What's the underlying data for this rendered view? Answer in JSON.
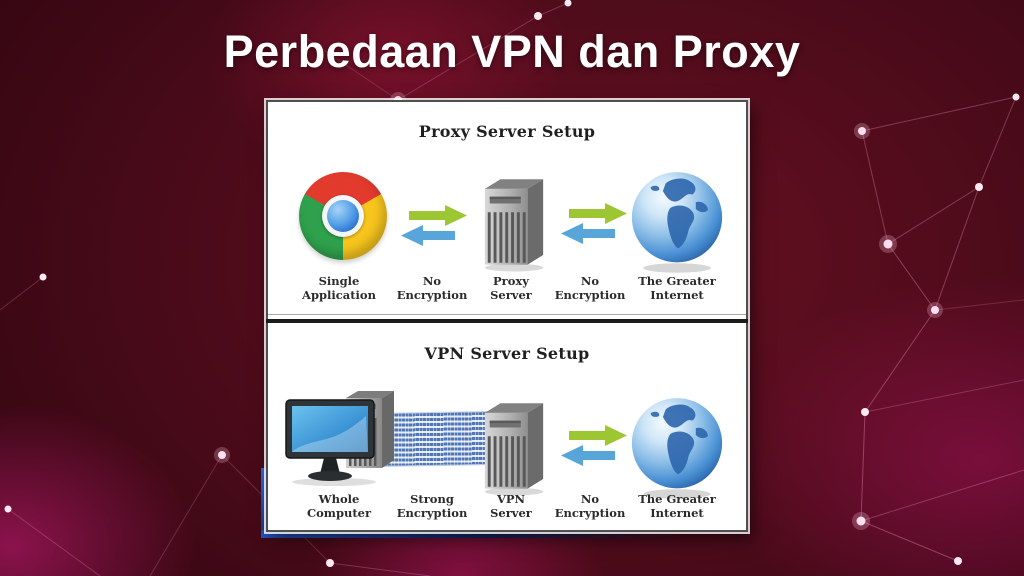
{
  "header": {
    "title": "Perbedaan VPN dan Proxy"
  },
  "panel": {
    "sections": [
      {
        "title": "Proxy Server Setup",
        "items": [
          {
            "icon": "chrome-browser-icon",
            "label": [
              "Single",
              "Application"
            ]
          },
          {
            "icon": "bidirectional-arrows-icon",
            "label": [
              "No",
              "Encryption"
            ]
          },
          {
            "icon": "server-tower-icon",
            "label": [
              "Proxy",
              "Server"
            ]
          },
          {
            "icon": "bidirectional-arrows-icon",
            "label": [
              "No",
              "Encryption"
            ]
          },
          {
            "icon": "globe-icon",
            "label": [
              "The Greater",
              "Internet"
            ]
          }
        ]
      },
      {
        "title": "VPN Server Setup",
        "items": [
          {
            "icon": "desktop-computer-icon",
            "label": [
              "Whole",
              "Computer"
            ]
          },
          {
            "icon": "encrypted-tunnel-icon",
            "label": [
              "Strong",
              "Encryption"
            ]
          },
          {
            "icon": "server-tower-icon",
            "label": [
              "VPN",
              "Server"
            ]
          },
          {
            "icon": "bidirectional-arrows-icon",
            "label": [
              "No",
              "Encryption"
            ]
          },
          {
            "icon": "globe-icon",
            "label": [
              "The Greater",
              "Internet"
            ]
          }
        ]
      }
    ]
  },
  "colors": {
    "background_dark_red": "#470a18",
    "network_accent_magenta": "#e120a0",
    "panel_background": "#ffffff",
    "panel_border": "#4f4f4f",
    "blue_edge": "#2f6be0",
    "arrow_green": "#9cc732",
    "arrow_blue": "#58a5da",
    "title_text": "#ffffff",
    "diagram_text": "#2b2b2b"
  }
}
